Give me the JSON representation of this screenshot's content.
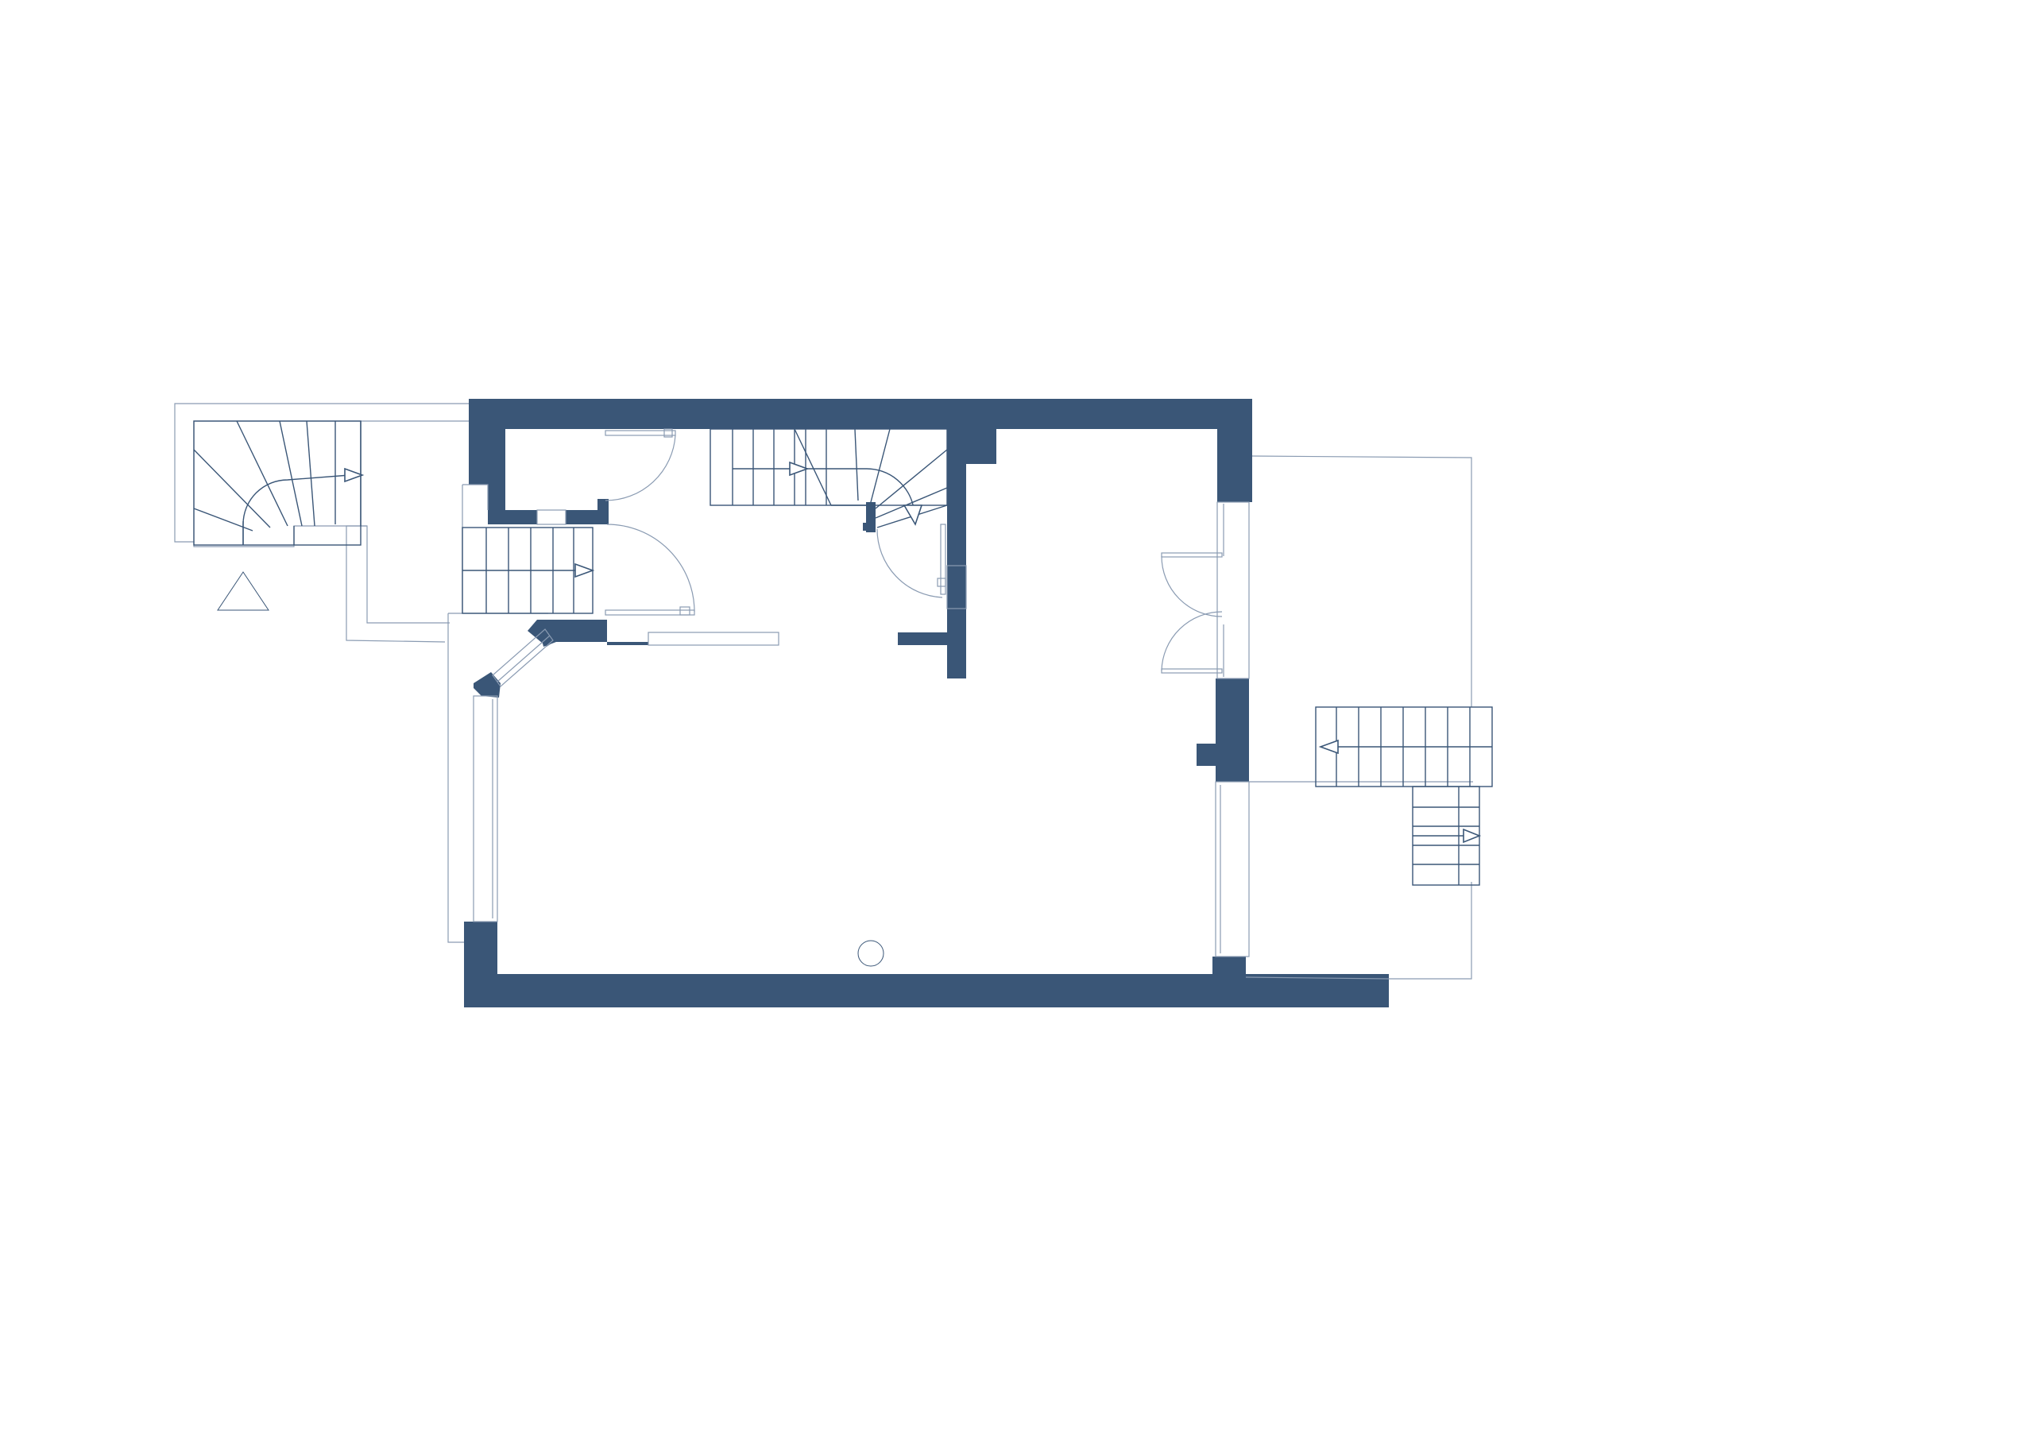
{
  "drawing": {
    "type": "floor-plan",
    "accent_color": "#3a5677",
    "background_color": "#ffffff",
    "line_color_light": "#8a9bb2",
    "marker_symbols": [
      "north-triangle",
      "circle-column"
    ]
  }
}
